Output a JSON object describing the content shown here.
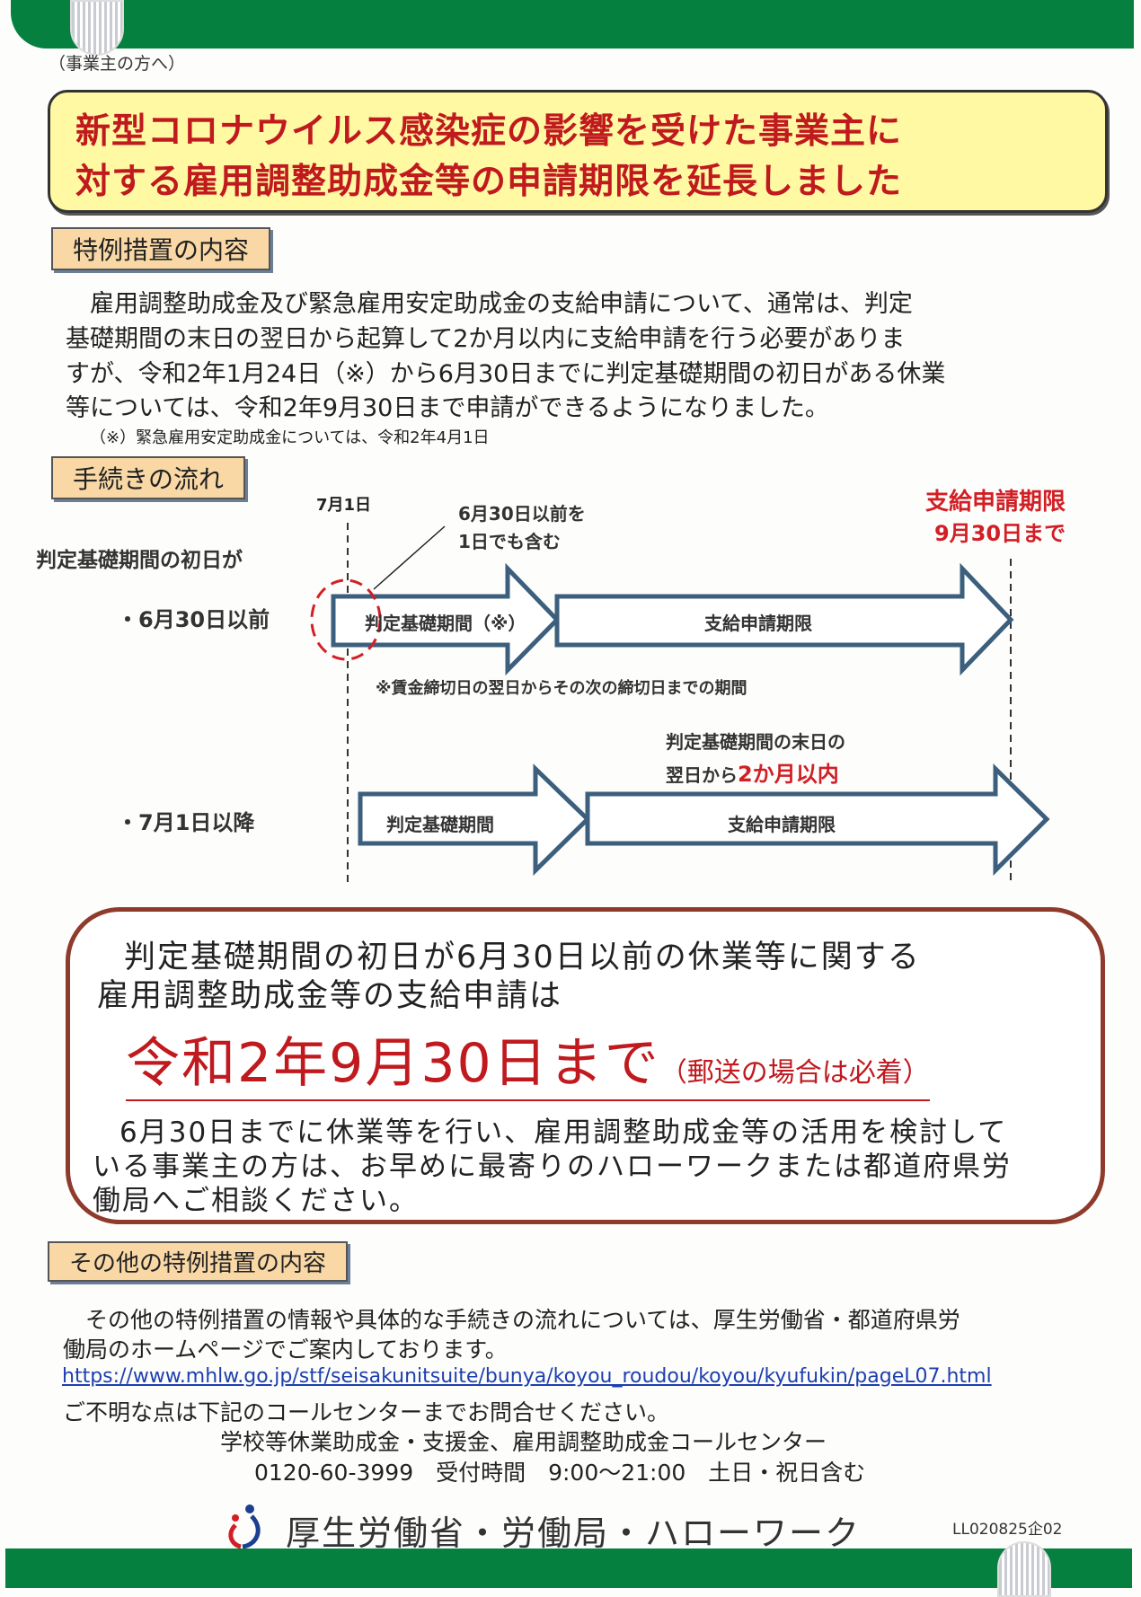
{
  "header": {
    "audience": "（事業主の方へ）"
  },
  "title": {
    "line1": "新型コロナウイルス感染症の影響を受けた事業主に",
    "line2": "対する雇用調整助成金等の申請期限を延長しました"
  },
  "section1": {
    "heading": "特例措置の内容",
    "lines": [
      "　雇用調整助成金及び緊急雇用安定助成金の支給申請について、通常は、判定",
      "基礎期間の末日の翌日から起算して2か月以内に支給申請を行う必要がありま",
      "すが、令和2年1月24日（※）から6月30日までに判定基礎期間の初日がある休業",
      "等については、令和2年9月30日まで申請ができるようになりました。"
    ],
    "note": "（※）緊急雇用安定助成金については、令和2年4月1日"
  },
  "section2": {
    "heading": "手続きの流れ",
    "july1": "7月1日",
    "condition": "判定基礎期間の初日が",
    "callout": [
      "6月30日以前を",
      "1日でも含む"
    ],
    "deadline": [
      "支給申請期限",
      "9月30日まで"
    ],
    "row1": {
      "label": "・6月30日以前",
      "period": "判定基礎期間（※）",
      "apply": "支給申請期限"
    },
    "row1_note": "※賃金締切日の翌日からその次の締切日までの期間",
    "row2_note": {
      "line1": "判定基礎期間の末日の",
      "line2_prefix": "翌日から",
      "line2_emph": "2か月以内"
    },
    "row2": {
      "label": "・7月1日以降",
      "period": "判定基礎期間",
      "apply": "支給申請期限"
    }
  },
  "notice": {
    "line1": "判定基礎期間の初日が6月30日以前の休業等に関する",
    "line2": "雇用調整助成金等の支給申請は",
    "deadline": "令和2年9月30日まで",
    "deadline_note": "（郵送の場合は必着）",
    "advice": [
      "6月30日までに休業等を行い、雇用調整助成金等の活用を検討して",
      "いる事業主の方は、お早めに最寄りのハローワークまたは都道府県労",
      "働局へご相談ください。"
    ]
  },
  "section3": {
    "heading": "その他の特例措置の内容",
    "lines": [
      "　その他の特例措置の情報や具体的な手続きの流れについては、厚生労働省・都道府県労",
      "働局のホームページでご案内しております。"
    ],
    "url": "https://www.mhlw.go.jp/stf/seisakunitsuite/bunya/koyou_roudou/koyou/kyufukin/pageL07.html",
    "inquiry": "ご不明な点は下記のコールセンターまでお問合せください。",
    "center": "学校等休業助成金・支援金、雇用調整助成金コールセンター",
    "phone": "0120-60-3999　受付時間　9:00～21:00　土日・祝日含む"
  },
  "footer": {
    "org": "厚生労働省・労働局・ハローワーク",
    "code": "LL020825企02"
  },
  "colors": {
    "green": "#06803f",
    "red": "#d21f26",
    "arrow": "#3c5f7d",
    "title_bg": "#fff9a3",
    "label_bg": "#f9d8a6"
  }
}
